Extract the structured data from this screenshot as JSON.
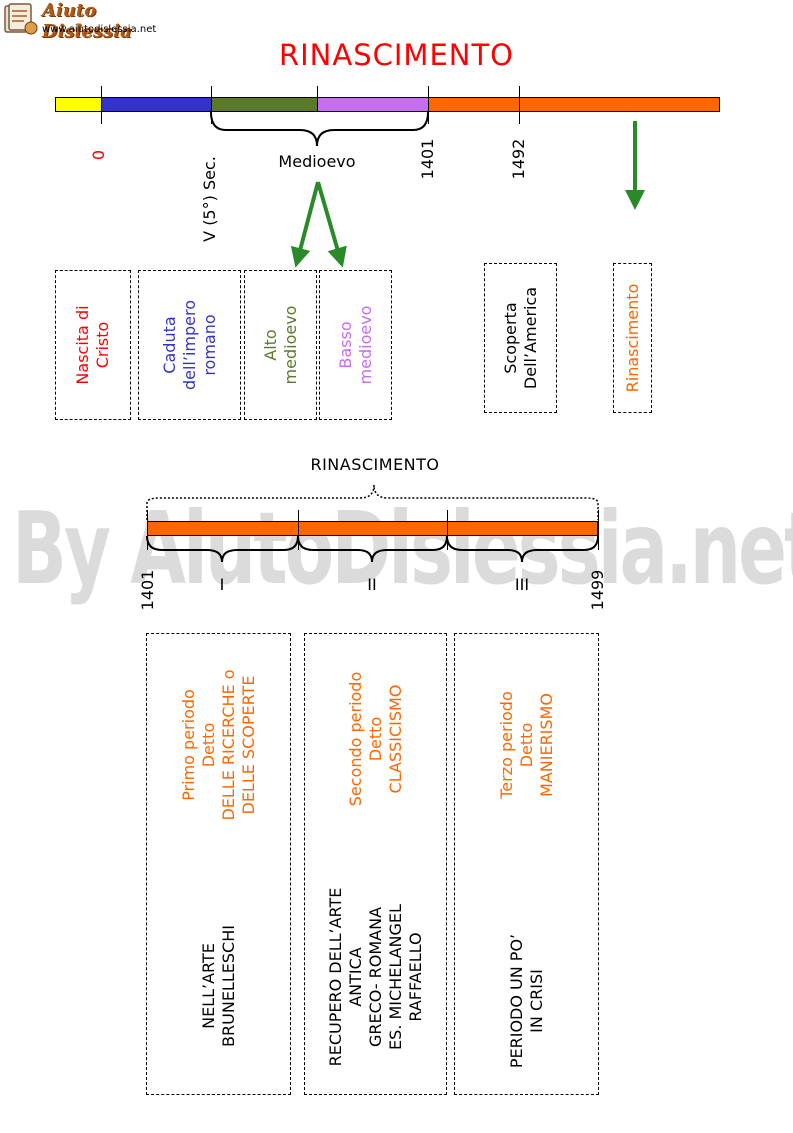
{
  "logo": {
    "name": "Aiuto Dislessia",
    "url": "www.aiutodislessia.net"
  },
  "watermark": "By AiutoDislessia.net",
  "title": "RINASCIMENTO",
  "timeline": {
    "colors": {
      "yellow": "#ffff00",
      "blue": "#3333cc",
      "green": "#5a7a2a",
      "violet": "#c86cf0",
      "orange": "#ff6600"
    },
    "labels": {
      "zero": "0",
      "fifth_century": "V (5°) Sec.",
      "medioevo": "Medioevo",
      "y1401": "1401",
      "y1492": "1492"
    }
  },
  "boxes": {
    "nascita": [
      "Nascita di",
      "Cristo"
    ],
    "caduta": [
      "Caduta",
      "dell’impero",
      "romano"
    ],
    "alto": [
      "Alto",
      "medioevo"
    ],
    "basso": [
      "Basso",
      "medioevo"
    ],
    "scoperta": [
      "Scoperta",
      "Dell’America"
    ],
    "rinascimento": [
      "Rinascimento"
    ]
  },
  "periods_timeline": {
    "title": "RINASCIMENTO",
    "start": "1401",
    "end": "1499",
    "numerals": [
      "I",
      "II",
      "III"
    ]
  },
  "periods": [
    {
      "heading": [
        "Primo periodo",
        "Detto",
        "DELLE RICERCHE o",
        "DELLE SCOPERTE"
      ],
      "body": [
        "NELL’ARTE",
        "BRUNELLESCHI"
      ]
    },
    {
      "heading": [
        "Secondo periodo",
        "Detto",
        "CLASSICISMO"
      ],
      "body": [
        "RECUPERO DELL’ARTE",
        "ANTICA",
        "GRECO- ROMANA",
        "ES. MICHELANGEL",
        "RAFFAELLO"
      ]
    },
    {
      "heading": [
        "Terzo periodo",
        "Detto",
        "MANIERISMO"
      ],
      "body": [
        "PERIODO UN PO’",
        "IN CRISI"
      ]
    }
  ]
}
